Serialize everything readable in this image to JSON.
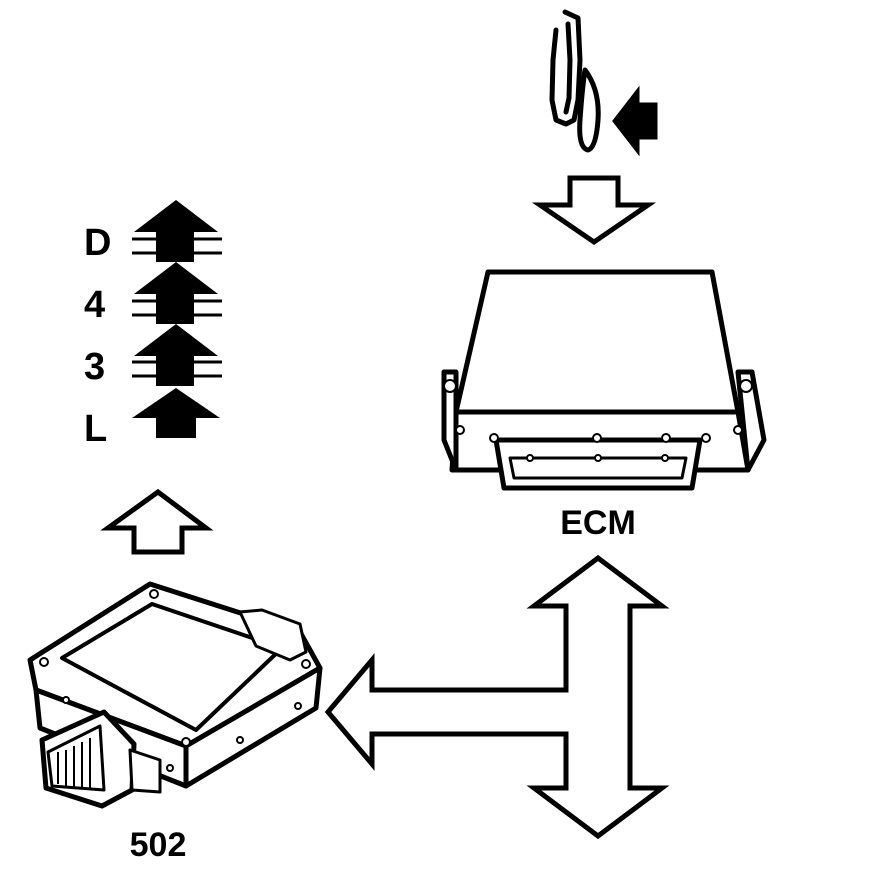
{
  "gears": [
    "D",
    "4",
    "3",
    "L"
  ],
  "ecm_label": "ECM",
  "module_label": "502",
  "colors": {
    "ink": "#000000",
    "paper": "#ffffff"
  }
}
